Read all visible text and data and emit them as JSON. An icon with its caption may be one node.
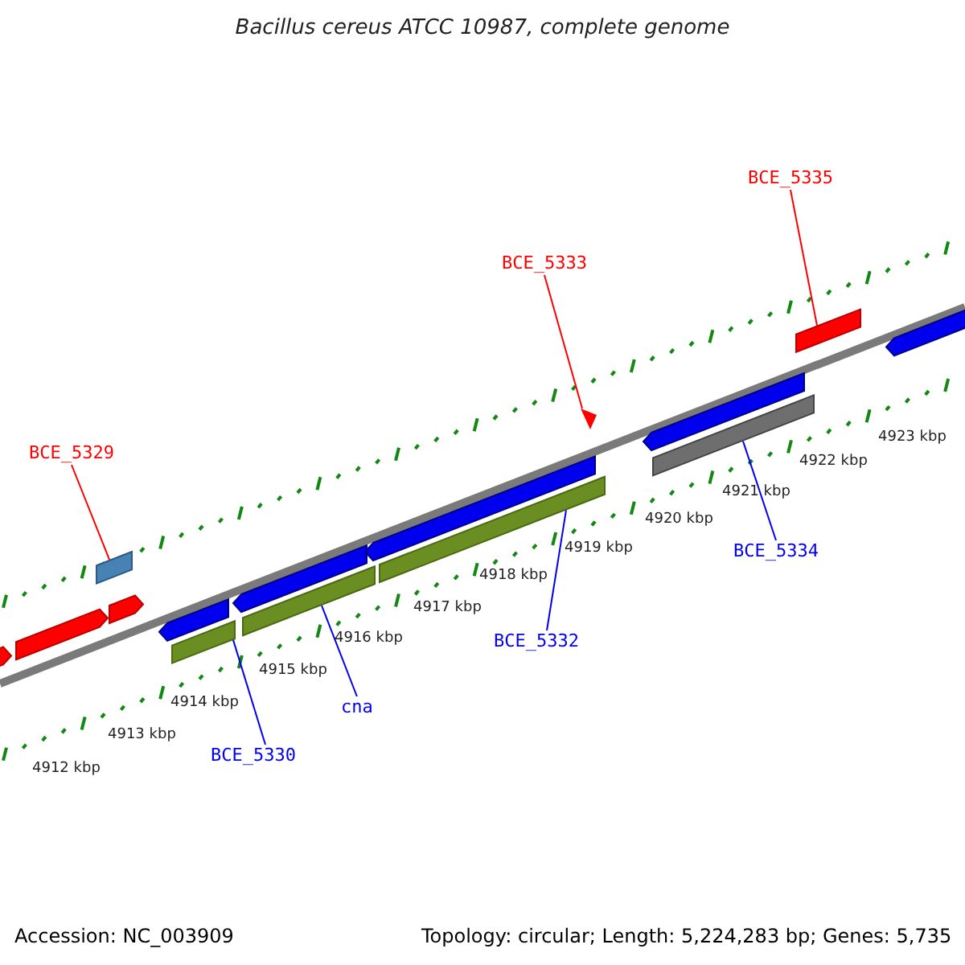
{
  "diagram": {
    "title": "Bacillus cereus ATCC 10987, complete genome",
    "nodes": [
      {
        "text": [
          "BCE_5329"
        ]
      },
      {
        "text": [],
        "shape": "box"
      },
      {
        "text": [
          "BCE_5333"
        ]
      },
      {
        "text": [],
        "shape": "triangle"
      },
      {
        "text": [
          "BCE_5335"
        ]
      },
      {
        "text": [],
        "shape": "bar"
      },
      {
        "text": [
          "BCE_5330"
        ]
      },
      {
        "text": [],
        "shape": "bar"
      },
      {
        "text": [
          "cna"
        ]
      },
      {
        "text": [],
        "shape": "bar"
      },
      {
        "text": [
          "BCE_5332"
        ]
      },
      {
        "text": [],
        "shape": "bar"
      },
      {
        "text": [
          "BCE_5334"
        ]
      },
      {
        "text": [],
        "shape": "bar"
      },
      {
        "text": [],
        "shape": "arrow"
      },
      {
        "text": [],
        "shape": "arrow"
      },
      {
        "text": [],
        "shape": "arrow"
      },
      {
        "text": [],
        "shape": "arrow"
      },
      {
        "text": [],
        "shape": "arrow"
      },
      {
        "text": [],
        "shape": "arrow"
      },
      {
        "text": [],
        "shape": "arrow"
      },
      {
        "text": [],
        "shape": "arrow"
      }
    ],
    "edges": [
      {
        "from": 0,
        "to": 1,
        "arrow": "none",
        "color": "#ff0000"
      },
      {
        "from": 2,
        "to": 3,
        "arrow": "none",
        "color": "#ff0000"
      },
      {
        "from": 4,
        "to": 5,
        "arrow": "none",
        "color": "#ff0000"
      },
      {
        "from": 6,
        "to": 7,
        "arrow": "none"
      },
      {
        "from": 8,
        "to": 9,
        "arrow": "none"
      },
      {
        "from": 10,
        "to": 11,
        "arrow": "none"
      },
      {
        "from": 12,
        "to": 13,
        "arrow": "none"
      }
    ],
    "labels": [
      "4923 kbp",
      "4922 kbp",
      "4921 kbp",
      "4920 kbp",
      "4919 kbp",
      "4918 kbp",
      "4917 kbp",
      "4916 kbp",
      "4915 kbp",
      "4914 kbp",
      "4913 kbp",
      "4912 kbp",
      "Accession: NC_003909",
      "Topology: circular; Length: 5,224,283 bp; Genes: 5,735"
    ]
  }
}
